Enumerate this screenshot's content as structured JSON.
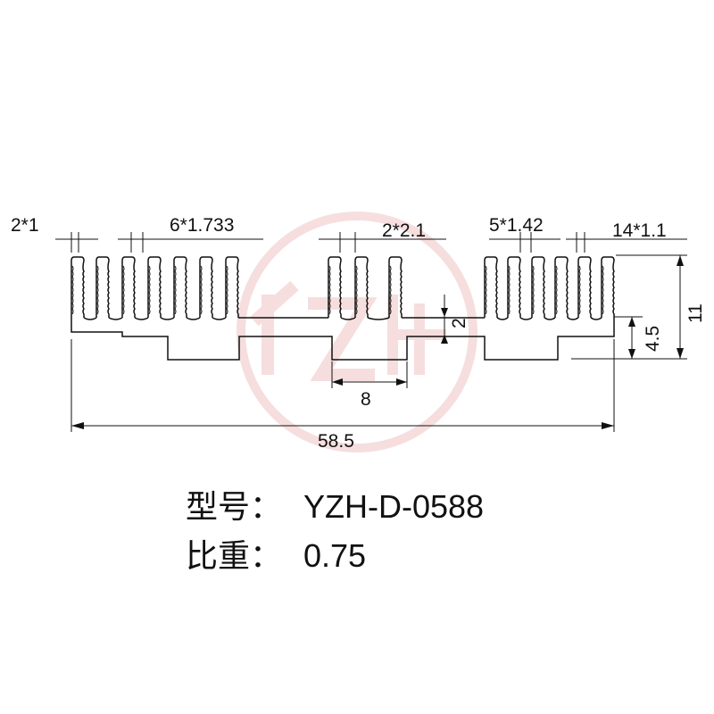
{
  "dimensions": {
    "fin_left_end": "2*1",
    "fin_left_group": "6*1.733",
    "fin_middle": "2*2.1",
    "fin_right_group": "5*1.42",
    "fin_right_end": "14*1.1",
    "base_thickness": "2",
    "step_height": "4.5",
    "total_height": "11",
    "slot_width": "8",
    "total_width": "58.5"
  },
  "info": {
    "model_label": "型号：",
    "model_value": "YZH-D-0588",
    "weight_label": "比重：",
    "weight_value": "0.75"
  },
  "colors": {
    "line": "#111111",
    "watermark": "#e8a3a3"
  }
}
